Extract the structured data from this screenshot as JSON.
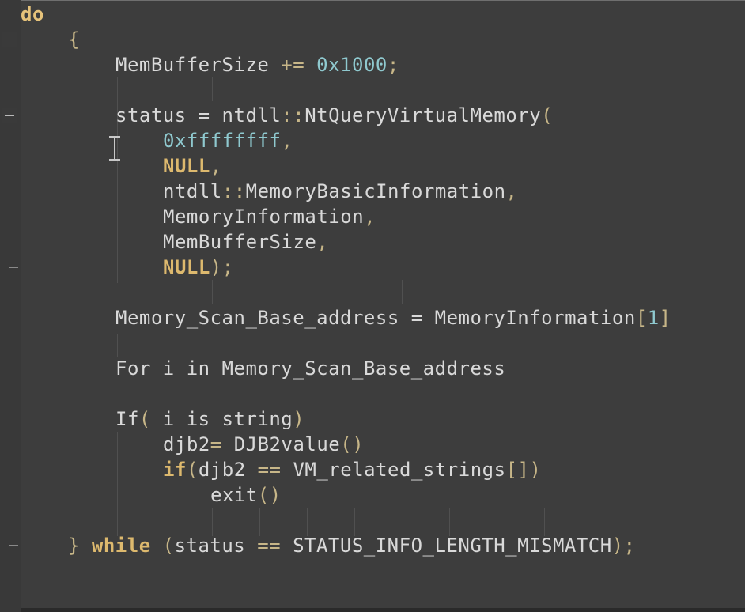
{
  "code": {
    "l1": {
      "kw": "do"
    },
    "l2": {
      "brace": "{"
    },
    "l3": {
      "ident": "MemBufferSize ",
      "op": "+=",
      "sp": " ",
      "num": "0x1000",
      "semi": ";"
    },
    "l4": {
      "ident": "status = ntdll",
      "sep": "::",
      "call": "NtQueryVirtualMemory",
      "paren": "("
    },
    "l5": {
      "num": "0xffffffff",
      "comma": ","
    },
    "l6": {
      "kw": "NULL",
      "comma": ","
    },
    "l7": {
      "ns": "ntdll",
      "sep": "::",
      "ident": "MemoryBasicInformation",
      "comma": ","
    },
    "l8": {
      "ident": "MemoryInformation",
      "comma": ","
    },
    "l9": {
      "ident": "MemBufferSize",
      "comma": ","
    },
    "l10": {
      "kw": "NULL",
      "tail": ");"
    },
    "l11": {
      "ident": "Memory_Scan_Base_address = MemoryInformation",
      "lb": "[",
      "num": "1",
      "rb": "]"
    },
    "l12": {
      "text": "For i in Memory_Scan_Base_address"
    },
    "l13": {
      "kw": "If",
      "lp": "(",
      "text": " i is string",
      "rp": ")"
    },
    "l14": {
      "ident": "djb2",
      "op": "=",
      "text": " DJB2value",
      "parens": "()"
    },
    "l15": {
      "kw": "if",
      "lp": "(",
      "text": "djb2 ",
      "op": "==",
      "text2": " VM_related_strings",
      "tail": "[])"
    },
    "l16": {
      "text": "exit",
      "parens": "()"
    },
    "l17": {
      "brace": "}",
      "sp": " ",
      "kw": "while",
      "lp": " (",
      "text": "status ",
      "op": "==",
      "text2": " STATUS_INFO_LENGTH_MISMATCH",
      "tail": ");"
    }
  },
  "colors": {
    "background": "#3d3d3d",
    "keyword": "#e6c37b",
    "number": "#8fc9cf",
    "text": "#d9d9d9",
    "punct": "#c7b688"
  },
  "icons": [
    "fold-collapse-icon",
    "text-cursor-icon"
  ]
}
